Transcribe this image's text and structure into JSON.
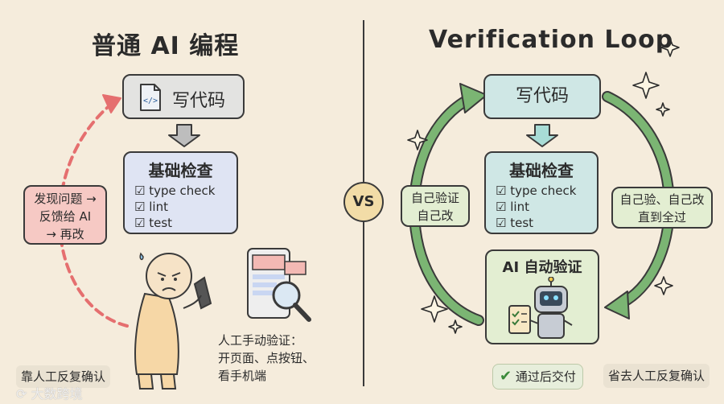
{
  "left": {
    "title": "普通 AI 编程",
    "write_code": "写代码",
    "basic_check": "基础检查",
    "checks": [
      "type check",
      "lint",
      "test"
    ],
    "feedback": [
      "发现问题 →",
      "反馈给 AI",
      "→ 再改"
    ],
    "manual_verify": [
      "人工手动验证：",
      "开页面、点按钮、",
      "看手机端"
    ],
    "footer": "靠人工反复确认"
  },
  "vs": "VS",
  "right": {
    "title": "Verification Loop",
    "write_code": "写代码",
    "basic_check": "基础检查",
    "checks": [
      "type check",
      "lint",
      "test"
    ],
    "left_label": [
      "自己验证",
      "自己改"
    ],
    "right_label": [
      "自己验、自己改",
      "直到全过"
    ],
    "ai_verify": "AI 自动验证",
    "deliver": "通过后交付",
    "footer": "省去人工反复确认"
  },
  "watermark": "大数跨境",
  "colors": {
    "background": "#f5ecdc",
    "gray_box": "#e3e3e1",
    "blue_box": "#dfe4f3",
    "teal_box": "#cfe7e5",
    "green_box": "#e3eed2",
    "red_arrow": "#e56f6f",
    "pink_label": "#f6c9c4",
    "green_arrow": "#6fa866",
    "vs_circle": "#f2dca7"
  }
}
